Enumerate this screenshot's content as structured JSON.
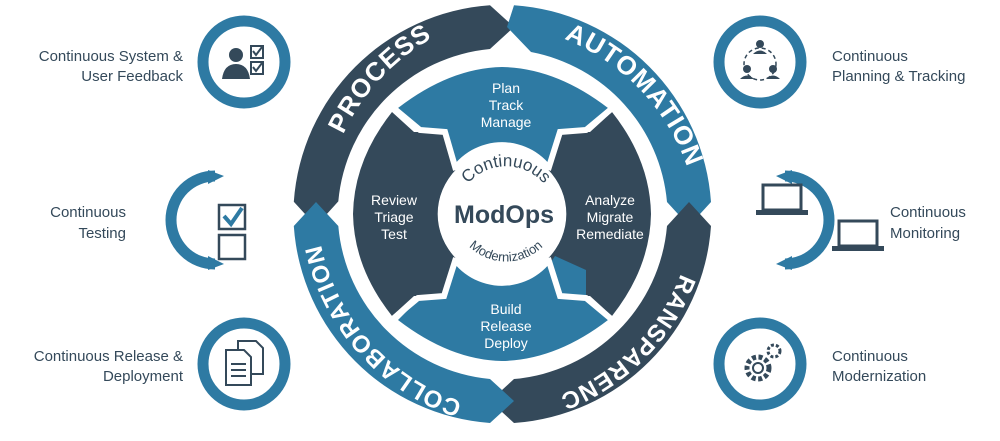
{
  "center": {
    "title": "ModOps",
    "arc_top": "Continuous",
    "arc_bottom": "Modernization"
  },
  "ring_labels": {
    "process": "PROCESS",
    "automation": "AUTOMATION",
    "transparency": "TRANSPARENCY",
    "collaboration": "COLLABORATION"
  },
  "segments": {
    "top": [
      "Plan",
      "Track",
      "Manage"
    ],
    "right": [
      "Analyze",
      "Migrate",
      "Remediate"
    ],
    "bottom": [
      "Build",
      "Release",
      "Deploy"
    ],
    "left": [
      "Review",
      "Triage",
      "Test"
    ]
  },
  "practices": {
    "left_top": [
      "Continuous System &",
      "User Feedback"
    ],
    "left_middle": [
      "Continuous",
      "Testing"
    ],
    "left_bottom": [
      "Continuous Release &",
      "Deployment"
    ],
    "right_top": [
      "Continuous",
      "Planning & Tracking"
    ],
    "right_middle": [
      "Continuous",
      "Monitoring"
    ],
    "right_bottom": [
      "Continuous",
      "Modernization"
    ]
  },
  "icons": {
    "left_top": "user-checklist-icon",
    "left_middle": "checkbox-icon",
    "left_bottom": "documents-icon",
    "right_top": "team-network-icon",
    "right_middle": "laptops-icon",
    "right_bottom": "gears-icon"
  },
  "colors": {
    "dark": "#34495a",
    "blue": "#2e7aa3",
    "white": "#ffffff"
  }
}
